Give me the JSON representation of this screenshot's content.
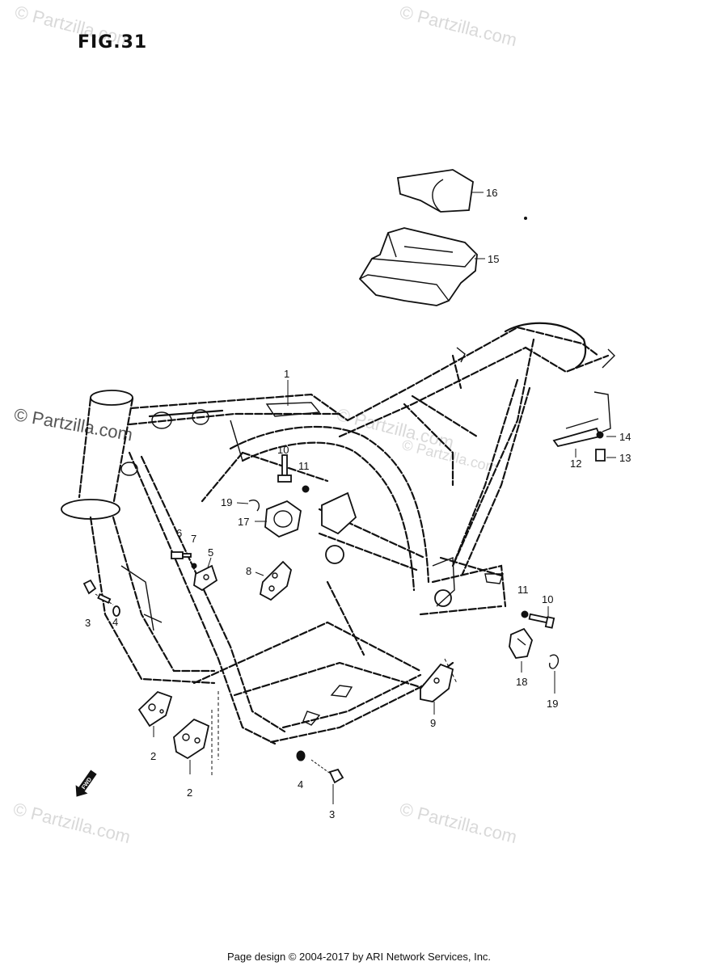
{
  "figure": {
    "title": "FIG.31"
  },
  "watermarks": [
    "© Partzilla.com",
    "© Partzilla.com",
    "© Partzilla.com",
    "© Partzilla.com",
    "© Partzilla.com",
    "© Partzilla.com",
    "© Partzilla.com"
  ],
  "callouts": {
    "c1": "1",
    "c2a": "2",
    "c2b": "2",
    "c3a": "3",
    "c3b": "3",
    "c4a": "4",
    "c4b": "4",
    "c5": "5",
    "c6": "6",
    "c7": "7",
    "c8": "8",
    "c9": "9",
    "c10a": "10",
    "c10b": "10",
    "c11a": "11",
    "c11b": "11",
    "c12": "12",
    "c13": "13",
    "c14": "14",
    "c15": "15",
    "c16": "16",
    "c17": "17",
    "c18": "18",
    "c19a": "19",
    "c19b": "19"
  },
  "fwd_marker": "FWD",
  "footer": {
    "text": "Page design © 2004-2017 by ARI Network Services, Inc."
  }
}
